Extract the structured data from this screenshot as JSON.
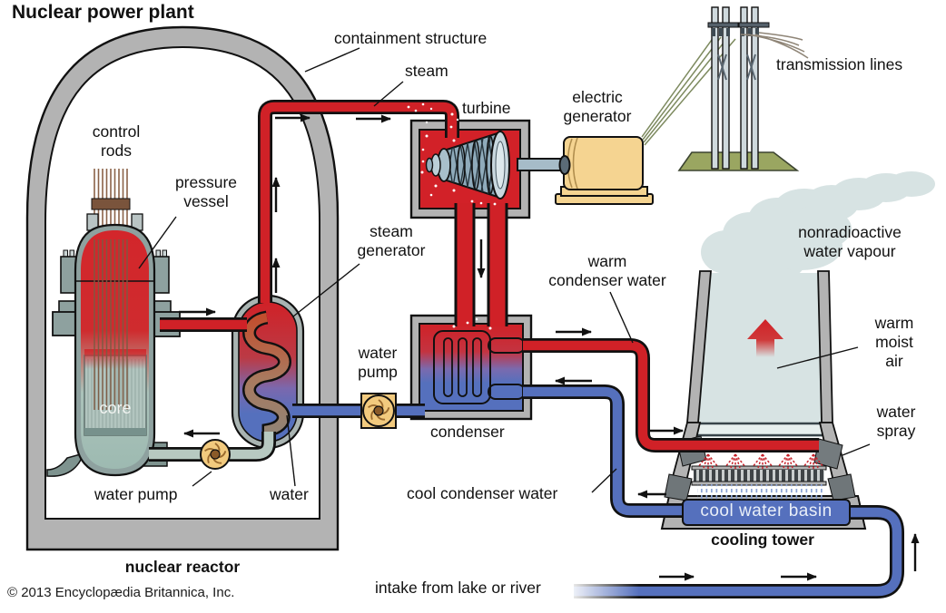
{
  "title": "Nuclear power plant",
  "copyright": "© 2013 Encyclopædia Britannica, Inc.",
  "labels": {
    "containment_structure": "containment structure",
    "steam": "steam",
    "turbine": "turbine",
    "electric_generator": "electric\ngenerator",
    "transmission_lines": "transmission lines",
    "control_rods": "control\nrods",
    "pressure_vessel": "pressure\nvessel",
    "steam_generator": "steam\ngenerator",
    "water_pump_secondary": "water\npump",
    "condenser": "condenser",
    "warm_condenser_water": "warm\ncondenser water",
    "cool_condenser_water": "cool condenser water",
    "nonradioactive_water_vapour": "nonradioactive\nwater vapour",
    "warm_moist_air": "warm\nmoist air",
    "water_spray": "water\nspray",
    "cooling_tower": "cooling tower",
    "cool_water_basin": "cool water basin",
    "water_pump_primary": "water pump",
    "water": "water",
    "core": "core",
    "nuclear_reactor": "nuclear reactor",
    "intake_from_lake_or_river": "intake from lake or river"
  },
  "colors": {
    "pipe_red": "#d02127",
    "pipe_blue": "#5570bd",
    "primary_coolant_pipe": "#b7c9c1",
    "structure_gray": "#b3b3b3",
    "water_vapor": "#d7e3e3",
    "generator_tan": "#f5d491",
    "pump_tan": "#f2ca7e",
    "ground_green": "#9aa661",
    "turbine_steel": "#8fabbb",
    "label_text": "#111111"
  }
}
